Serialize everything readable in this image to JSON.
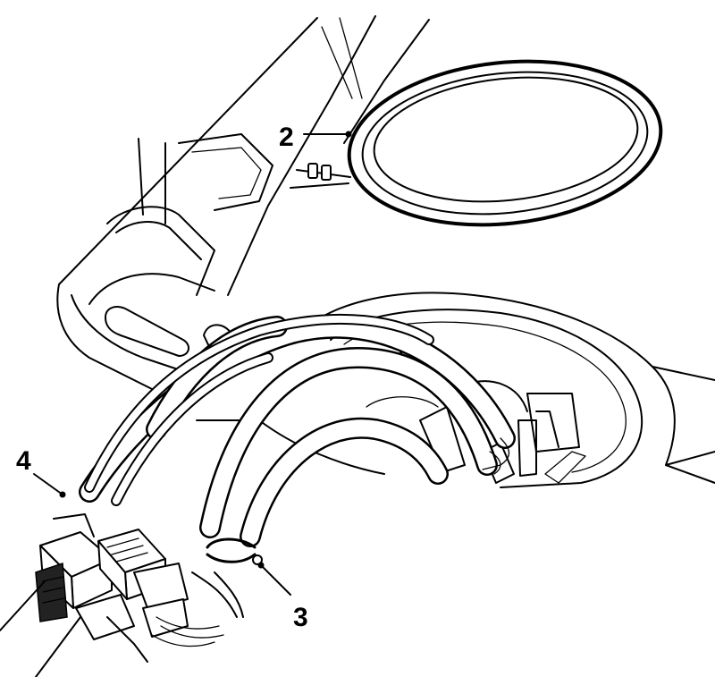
{
  "callouts": {
    "c2": "2",
    "c3": "3",
    "c4": "4"
  },
  "colors": {
    "line": "#000000",
    "background": "#ffffff"
  }
}
